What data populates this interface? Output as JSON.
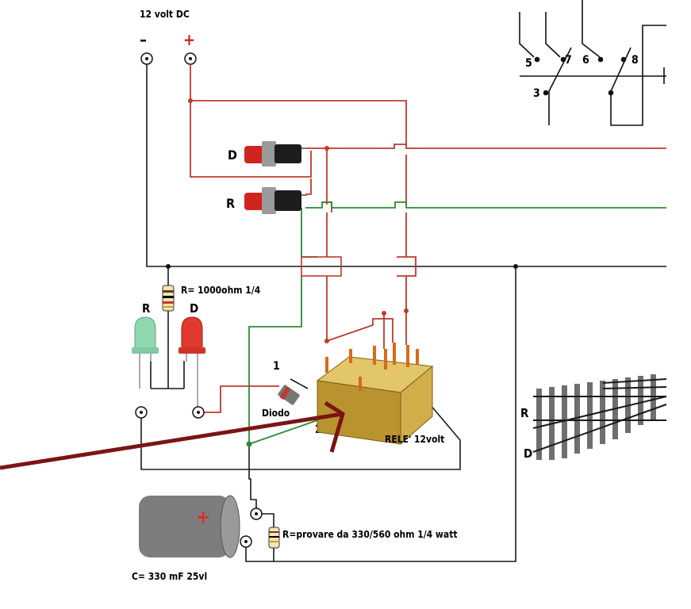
{
  "power": {
    "title": "12 volt DC",
    "minus": "–",
    "plus": "+"
  },
  "buttons": {
    "d_label": "D",
    "r_label": "R"
  },
  "resistor_led": {
    "label": "R= 1000ohm 1/4"
  },
  "leds": {
    "r_label": "R",
    "d_label": "D"
  },
  "relay": {
    "label": "RELE' 12volt",
    "pin1": "1",
    "pin2": "2"
  },
  "diode": {
    "label": "Diodo"
  },
  "capacitor": {
    "label": "C=  330 mF 25vl",
    "plus_mark": "+"
  },
  "resistor_cap": {
    "label": "R=provare da 330/560 ohm 1/4 watt"
  },
  "switch_motor": {
    "contacts": [
      "5",
      "7",
      "6",
      "8",
      "3"
    ]
  },
  "track": {
    "r_label": "R",
    "d_label": "D"
  },
  "colors": {
    "red_wire": "#c0392b",
    "green_wire": "#2e8b2e",
    "black_wire": "#1a1a1a",
    "arrow": "#7b1414",
    "relay_body": "#c9a94a"
  }
}
